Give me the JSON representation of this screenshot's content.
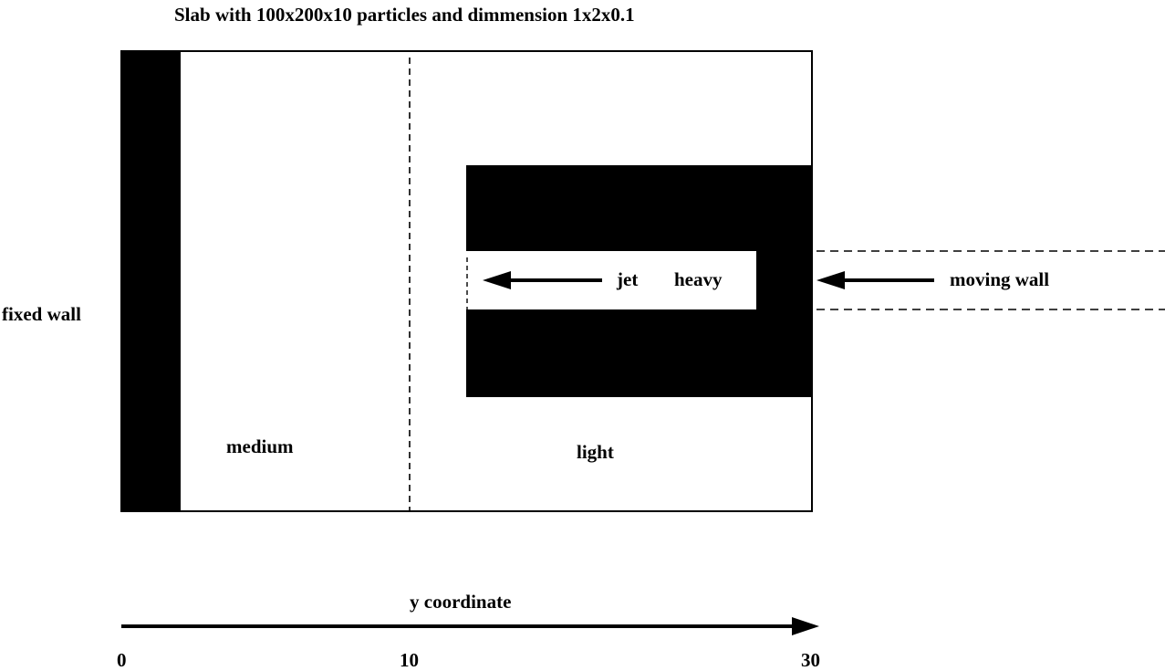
{
  "title": "Slab with 100x200x10 particles and dimmension 1x2x0.1",
  "labels": {
    "fixed_wall": "fixed wall",
    "moving_wall": "moving wall",
    "jet": "jet",
    "heavy": "heavy",
    "medium": "medium",
    "light": "light",
    "axis": "y coordinate"
  },
  "axis_ticks": [
    "0",
    "10",
    "30"
  ],
  "colors": {
    "ink": "#000000",
    "paper": "#ffffff"
  },
  "icons": {
    "jet_arrow": "arrow-left-icon",
    "moving_wall_arrow": "arrow-left-icon",
    "axis_arrow": "arrow-right-icon"
  }
}
